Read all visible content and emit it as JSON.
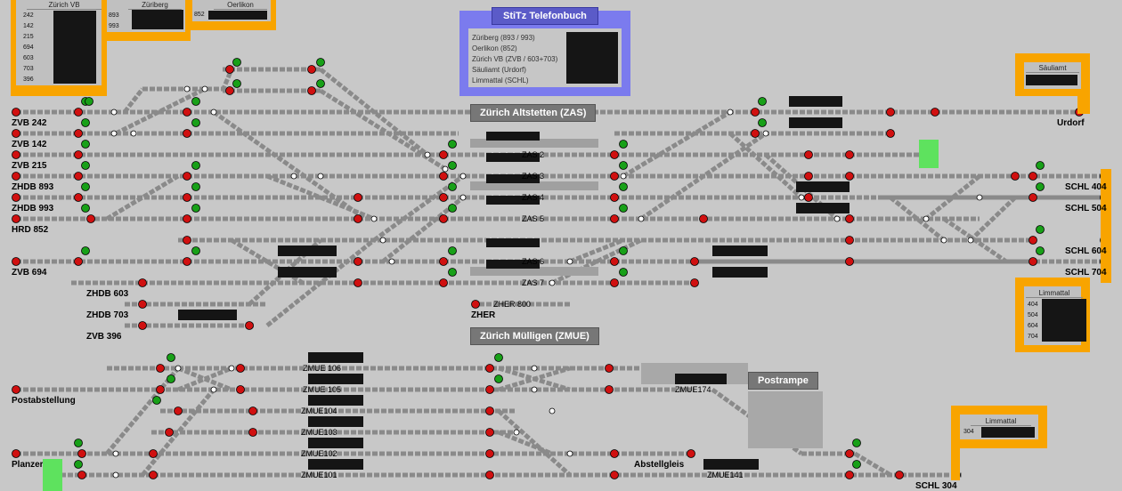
{
  "colors": {
    "panel": "#f8a400",
    "phone": "#7b7bee",
    "signal_red": "#d01010",
    "signal_green": "#18a018",
    "green_block": "#5ee25e",
    "track": "#888888",
    "lcd": "#151515"
  },
  "top_panels": {
    "zurich_vb": {
      "title": "Zürich VB",
      "rows": [
        "242",
        "142",
        "215",
        "694",
        "603",
        "703",
        "396"
      ]
    },
    "zuriberg": {
      "title": "Züriberg",
      "rows": [
        "893",
        "993"
      ]
    },
    "oerlikon": {
      "title": "Oerlikon",
      "rows": [
        "852"
      ]
    }
  },
  "phonebook": {
    "title": "StiTz Telefonbuch",
    "rows": [
      "Züriberg (893 / 993)",
      "Oerlikon (852)",
      "Zürich VB (ZVB / 603+703)",
      "Säuliamt (Urdorf)",
      "Limmattal (SCHL)"
    ]
  },
  "sauliamt": {
    "title": "Säuliamt"
  },
  "limmattal_top": {
    "title": "Limmattal",
    "rows": [
      "404",
      "504",
      "604",
      "704"
    ]
  },
  "limmattal_bottom": {
    "title": "Limmattal",
    "rows": [
      "304"
    ]
  },
  "headers": {
    "zas": "Zürich Altstetten (ZAS)",
    "zmue": "Zürich Mülligen (ZMUE)",
    "postrampe": "Postrampe"
  },
  "left_labels": [
    "ZVB 242",
    "ZVB 142",
    "ZVB 215",
    "ZHDB 893",
    "ZHDB 993",
    "HRD 852",
    "ZVB 694",
    "ZHDB 603",
    "ZHDB 703",
    "ZVB 396"
  ],
  "right_labels": [
    "Urdorf",
    "SCHL 404",
    "SCHL 504",
    "SCHL 604",
    "SCHL 704",
    "SCHL 304"
  ],
  "zas_tracks": [
    "ZAS 2",
    "ZAS 3",
    "ZAS 4",
    "ZAS 5",
    "ZAS 6",
    "ZAS 7"
  ],
  "zher": {
    "zher800": "ZHER 800",
    "zher": "ZHER"
  },
  "zmue_tracks": [
    "ZMUE 106",
    "ZMUE 105",
    "ZMUE104",
    "ZMUE103",
    "ZMUE102",
    "ZMUE101"
  ],
  "zmue174": "ZMUE174",
  "zmue141": "ZMUE141",
  "bottom_labels": {
    "postabstellung": "Postabstellung",
    "planzer": "Planzer",
    "abstellgleis": "Abstellgleis"
  }
}
